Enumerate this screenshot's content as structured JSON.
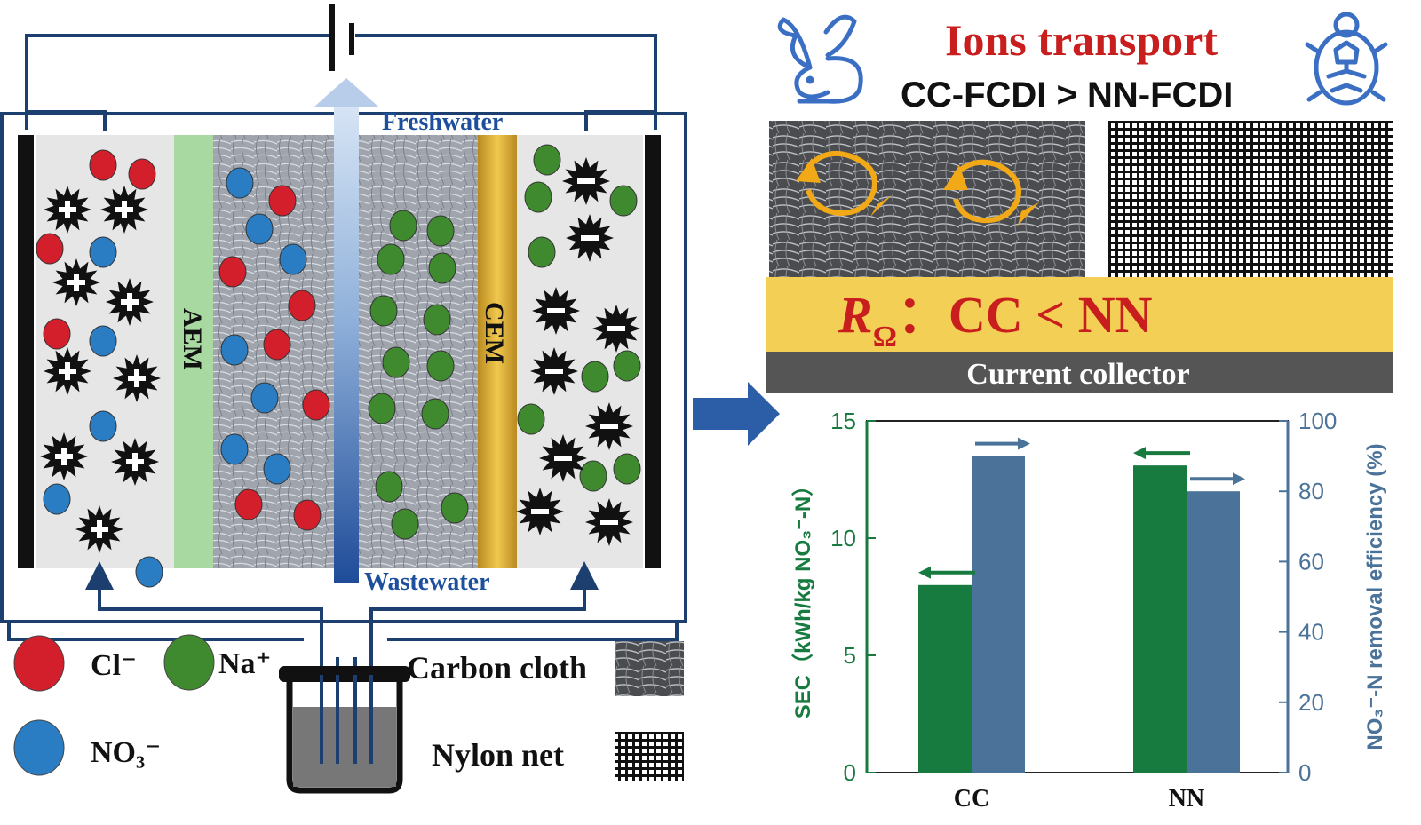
{
  "cell": {
    "freshwater_label": "Freshwater",
    "wastewater_label": "Wastewater",
    "aem_label": "AEM",
    "cem_label": "CEM"
  },
  "legend": {
    "cl": "Cl⁻",
    "na": "Na⁺",
    "no3": "NO₃⁻",
    "carbon_cloth": "Carbon cloth",
    "nylon_net": "Nylon net"
  },
  "colors": {
    "cl": "#d21f2b",
    "na": "#3f8a2e",
    "no3": "#2a7dc3",
    "aem": "#a8d9a0",
    "cem": "#e2b53c",
    "electrode_bg": "#e6e6e6",
    "wire": "#1d3f70",
    "resistance_band": "#f4cf55",
    "collector": "#555555",
    "sec_bar": "#177a3e",
    "eff_bar": "#4b7399",
    "title_red": "#c81e1e",
    "axis_green": "#177a3e",
    "axis_blue": "#4b7399"
  },
  "header": {
    "title": "Ions transport",
    "comparison": "CC-FCDI > NN-FCDI",
    "fast_icon": "rabbit-icon",
    "slow_icon": "turtle-icon"
  },
  "resistance": {
    "symbol": "R",
    "subscript": "Ω",
    "relation": "：CC < NN"
  },
  "collector_label": "Current collector",
  "chart_data": {
    "type": "bar",
    "categories": [
      "CC",
      "NN"
    ],
    "series": [
      {
        "name": "SEC",
        "axis": "left",
        "values": [
          8.0,
          13.1
        ]
      },
      {
        "name": "NO₃⁻-N removal efficiency",
        "axis": "right",
        "values": [
          90.0,
          80.0
        ]
      }
    ],
    "ylabel_left": "SEC（kWh/kg NO₃⁻-N）",
    "ylabel_right": "NO₃⁻-N removal efficiency (%)",
    "ylim_left": [
      0,
      15
    ],
    "ylim_right": [
      0,
      100
    ],
    "yticks_left": [
      "0",
      "5",
      "10",
      "15"
    ],
    "yticks_right": [
      "0",
      "20",
      "40",
      "60",
      "80",
      "100"
    ],
    "grid": false
  }
}
